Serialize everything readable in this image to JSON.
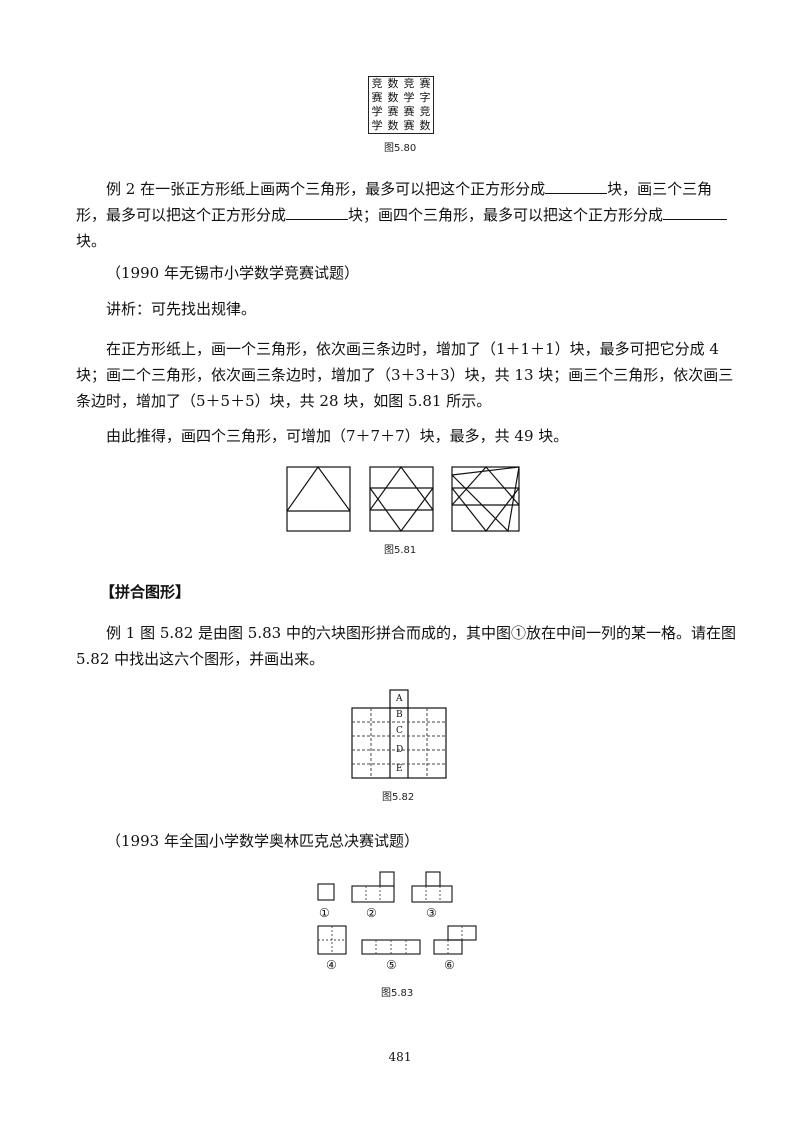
{
  "fig580": {
    "grid": [
      [
        "竞",
        "数",
        "竞",
        "赛"
      ],
      [
        "赛",
        "数",
        "学",
        "字"
      ],
      [
        "学",
        "赛",
        "赛",
        "竞"
      ],
      [
        "学",
        "数",
        "赛",
        "数"
      ]
    ],
    "caption": "图5.80"
  },
  "example2": {
    "text_a": "例 2 在一张正方形纸上画两个三角形，最多可以把这个正方形分成",
    "text_b": "块，画三个三角形，最多可以把这个正方形分成",
    "text_c": "块；画四个三角形，最多可以把这个正方形分成",
    "text_d": "块。",
    "source": "（1990 年无锡市小学数学竞赛试题）",
    "analysis": "讲析：可先找出规律。",
    "para1": "在正方形纸上，画一个三角形，依次画三条边时，增加了（1＋1＋1）块，最多可把它分成 4 块；画二个三角形，依次画三条边时，增加了（3＋3＋3）块，共 13 块；画三个三角形，依次画三条边时，增加了（5＋5＋5）块，共 28 块，如图 5.81 所示。",
    "para2": "由此推得，画四个三角形，可增加（7＋7＋7）块，最多，共 49 块。"
  },
  "fig581": {
    "caption": "图5.81"
  },
  "section": {
    "title": "【拼合图形】"
  },
  "example1": {
    "text": "例 1 图 5.82 是由图 5.83 中的六块图形拼合而成的，其中图①放在中间一列的某一格。请在图 5.82 中找出这六个图形，并画出来。",
    "source": "（1993 年全国小学数学奥林匹克总决赛试题）"
  },
  "fig582": {
    "labels": [
      "A",
      "B",
      "C",
      "D",
      "E"
    ],
    "caption": "图5.82"
  },
  "fig583": {
    "labels": [
      "①",
      "②",
      "③",
      "④",
      "⑤",
      "⑥"
    ],
    "caption": "图5.83"
  },
  "page": {
    "number": "481"
  }
}
